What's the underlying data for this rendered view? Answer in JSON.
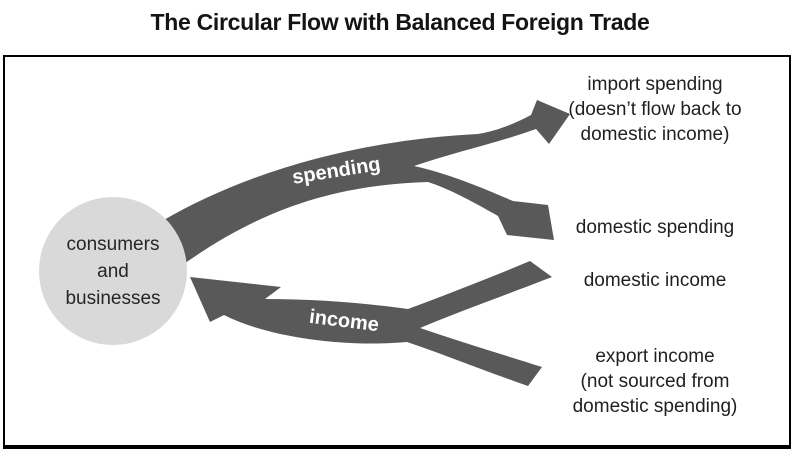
{
  "title": "The Circular Flow with Balanced Foreign Trade",
  "colors": {
    "arrow": "#595959",
    "circle": "#d9d9d9",
    "border": "#000000",
    "text": "#1f1f1f",
    "flowtext": "#ffffff"
  },
  "node": {
    "line1": "consumers",
    "line2": "and",
    "line3": "businesses"
  },
  "flows": {
    "spending_label": "spending",
    "income_label": "income"
  },
  "outcomes": {
    "import_spending": "import spending\n(doesn’t flow back to\ndomestic income)",
    "domestic_spending": "domestic spending",
    "domestic_income": "domestic income",
    "export_income": "export income\n(not sourced from\ndomestic spending)"
  }
}
